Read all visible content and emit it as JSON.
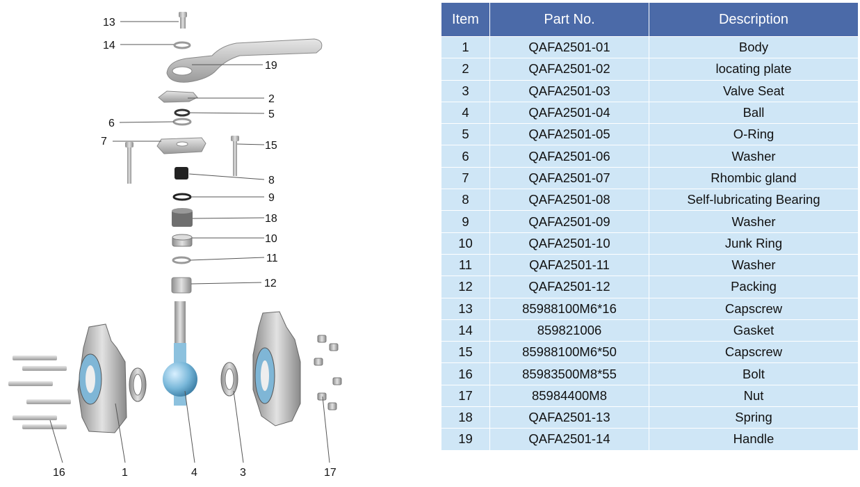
{
  "table": {
    "headers": [
      "Item",
      "Part No.",
      "Description"
    ],
    "rows": [
      {
        "item": "1",
        "part_no": "QAFA2501-01",
        "description": "Body"
      },
      {
        "item": "2",
        "part_no": "QAFA2501-02",
        "description": "locating plate"
      },
      {
        "item": "3",
        "part_no": "QAFA2501-03",
        "description": "Valve Seat"
      },
      {
        "item": "4",
        "part_no": "QAFA2501-04",
        "description": "Ball"
      },
      {
        "item": "5",
        "part_no": "QAFA2501-05",
        "description": "O-Ring"
      },
      {
        "item": "6",
        "part_no": "QAFA2501-06",
        "description": "Washer"
      },
      {
        "item": "7",
        "part_no": "QAFA2501-07",
        "description": "Rhombic gland"
      },
      {
        "item": "8",
        "part_no": "QAFA2501-08",
        "description": "Self-lubricating Bearing"
      },
      {
        "item": "9",
        "part_no": "QAFA2501-09",
        "description": "Washer"
      },
      {
        "item": "10",
        "part_no": "QAFA2501-10",
        "description": "Junk Ring"
      },
      {
        "item": "11",
        "part_no": "QAFA2501-11",
        "description": "Washer"
      },
      {
        "item": "12",
        "part_no": "QAFA2501-12",
        "description": "Packing"
      },
      {
        "item": "13",
        "part_no": "85988100M6*16",
        "description": "Capscrew"
      },
      {
        "item": "14",
        "part_no": "859821006",
        "description": "Gasket"
      },
      {
        "item": "15",
        "part_no": "85988100M6*50",
        "description": "Capscrew"
      },
      {
        "item": "16",
        "part_no": "85983500M8*55",
        "description": "Bolt"
      },
      {
        "item": "17",
        "part_no": "85984400M8",
        "description": "Nut"
      },
      {
        "item": "18",
        "part_no": "QAFA2501-13",
        "description": "Spring"
      },
      {
        "item": "19",
        "part_no": "QAFA2501-14",
        "description": "Handle"
      }
    ]
  },
  "diagram": {
    "callouts": [
      "1",
      "2",
      "3",
      "4",
      "5",
      "6",
      "7",
      "8",
      "9",
      "10",
      "11",
      "12",
      "13",
      "14",
      "15",
      "16",
      "17",
      "18",
      "19"
    ]
  },
  "colors": {
    "header_bg": "#4b6aa8",
    "row_bg": "#cfe6f6",
    "metal": "#b8b8b8",
    "seal_blue": "#7fb6d6"
  }
}
